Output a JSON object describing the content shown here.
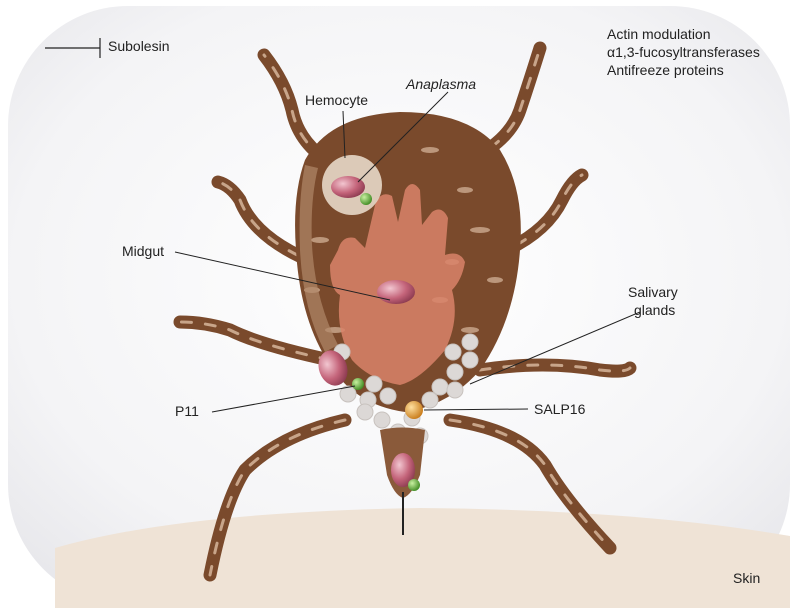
{
  "inhibitor": {
    "label": "Subolesin"
  },
  "mechanisms": [
    "Actin modulation",
    "α1,3-fucosyltransferases",
    "Antifreeze proteins"
  ],
  "labels": {
    "hemocyte": "Hemocyte",
    "pathogen": "Anaplasma",
    "midgut": "Midgut",
    "salivary_line1": "Salivary",
    "salivary_line2": "glands",
    "p11": "P11",
    "salp16": "SALP16",
    "skin": "Skin"
  },
  "colors": {
    "tick_body": "#7a4a2c",
    "tick_light": "#c8a58a",
    "midgut": "#d9826a",
    "pathogen": "#c4647a",
    "p11_marker": "#5fae3a",
    "salp16_marker": "#e89a2c",
    "salivary_gland": "#dcd8d6",
    "skin": "#efe3d6"
  }
}
